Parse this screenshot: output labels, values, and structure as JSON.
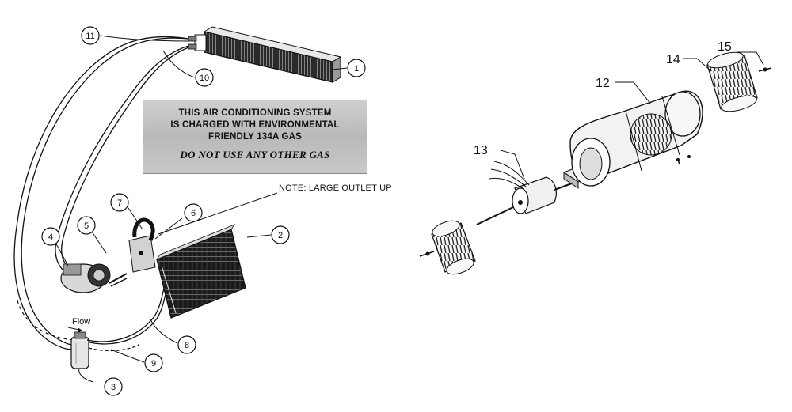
{
  "warning_label": {
    "line1": "THIS AIR CONDITIONING SYSTEM",
    "line2": "IS CHARGED WITH ENVIRONMENTAL",
    "line3": "FRIENDLY 134A GAS",
    "line4": "DO NOT USE ANY OTHER GAS"
  },
  "note": "NOTE: LARGE OUTLET UP",
  "flow_label": "Flow",
  "callouts": {
    "c1": "1",
    "c2": "2",
    "c3": "3",
    "c4": "4",
    "c5": "5",
    "c6": "6",
    "c7": "7",
    "c8": "8",
    "c9": "9",
    "c10": "10",
    "c11": "11",
    "c12": "12",
    "c13": "13",
    "c14": "14",
    "c15": "15"
  }
}
